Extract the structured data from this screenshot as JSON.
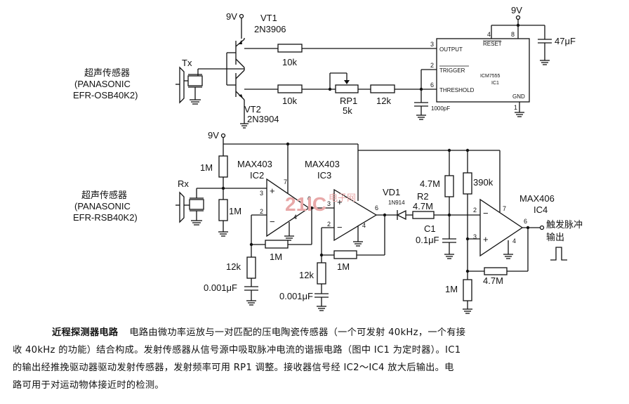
{
  "labels": {
    "supply_tx_vt": "9V",
    "supply_ic1": "9V",
    "supply_rx": "9V",
    "vt1_name": "VT1",
    "vt1_part": "2N3906",
    "vt2_name": "VT2",
    "vt2_part": "2N3904",
    "tx_label": "Tx",
    "tx_sensor_title": "超声传感器",
    "tx_sensor_maker": "(PANASONIC",
    "tx_sensor_part": "EFR-OSB40K2)",
    "r_10k_top": "10k",
    "r_10k_bottom": "10k",
    "rp1_name": "RP1",
    "rp1_value": "5k",
    "r_12k_tx": "12k",
    "c_1000pf": "1000pF",
    "c_47uf": "47μF",
    "ic1_part": "ICM7555",
    "ic1_name": "IC1",
    "ic1_output": "OUTPUT",
    "ic1_trigger": "TRIGGER",
    "ic1_threshold": "THRESHOLD",
    "ic1_reset": "RESET",
    "ic1_gnd": "GND",
    "ic1_pin3": "3",
    "ic1_pin2": "2",
    "ic1_pin6": "6",
    "ic1_pin4": "4",
    "ic1_pin8": "8",
    "ic1_pin1": "1",
    "rx_label": "Rx",
    "rx_sensor_title": "超声传感器",
    "rx_sensor_maker": "(PANASONIC",
    "rx_sensor_part": "EFR-RSB40K2)",
    "r_1m_a": "1M",
    "r_1m_b": "1M",
    "r_1m_c": "1M",
    "r_1m_d": "1M",
    "r_1m_e": "1M",
    "ic2_part": "MAX403",
    "ic2_name": "IC2",
    "ic3_part": "MAX403",
    "ic3_name": "IC3",
    "ic4_part": "MAX406",
    "ic4_name": "IC4",
    "r_12k_a": "12k",
    "r_12k_b": "12k",
    "c_0001_a": "0.001μF",
    "c_0001_b": "0.001μF",
    "vd1_name": "VD1",
    "vd1_part": "1N914",
    "r2_name": "R2",
    "r2_value": "4.7M",
    "r_47m_top": "4.7M",
    "r_47m_fb": "4.7M",
    "c1_name": "C1",
    "c1_value": "0.1μF",
    "r_390k": "390k",
    "out_label_1": "触发脉冲",
    "out_label_2": "输出",
    "ic2_pin3": "3",
    "ic2_pin2": "2",
    "ic2_pin7": "7",
    "ic2_pin6": "6",
    "ic2_pin4": "4",
    "ic3_pin3": "3",
    "ic3_pin2": "2",
    "ic3_pin6": "6",
    "ic3_pin4": "4",
    "ic4_pin2": "2",
    "ic4_pin3": "3",
    "ic4_pin7": "7",
    "ic4_pin6": "6",
    "ic4_pin4": "4"
  },
  "watermark": {
    "brand": "21IC",
    "site": "电子网"
  },
  "caption": {
    "title": "近程探测器电路",
    "line1": "电路由微功率运放与一对匹配的压电陶瓷传感器（一个可发射 40kHz，一个有接",
    "line2": "收 40kHz 的功能）结合构成。发射传感器从信号源中吸取脉冲电流的谐振电路（图中 IC1 为定时器）。IC1",
    "line3": "的输出经推挽驱动器驱动发射传感器，发射频率可用 RP1 调整。接收器信号经 IC2～IC4 放大后输出。电",
    "line4": "路可用于对运动物体接近时的检测。"
  }
}
